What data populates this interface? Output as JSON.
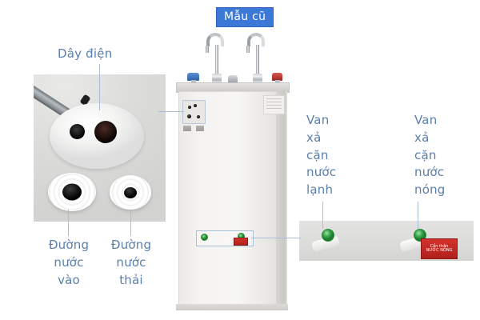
{
  "diagram": {
    "title_chip": "Mẫu cũ",
    "labels": {
      "power_cord": "Dây điện",
      "water_inlet": "Đường\nnước\nvào",
      "waste_water": "Đường\nnước\nthải",
      "cold_drain_valve": "Van\nxả\ncặn\nnước\nlạnh",
      "hot_drain_valve": "Van\nxả\ncặn\nnước\nnóng"
    },
    "warning_tag": {
      "line1": "Cẩn thận",
      "line2": "NƯỚC NÓNG"
    },
    "colors": {
      "label_text": "#5b7fab",
      "chip_background": "#3c78d8",
      "chip_text": "#ffffff",
      "leader_line": "#a8bed6",
      "highlight_border": "#a9c0dc",
      "valve_green": "#3aa84a",
      "warning_red": "#c4272a",
      "knob_blue": "#2f62ab",
      "knob_red": "#b0322e",
      "photo_background": "#d9d9d7",
      "machine_body": "#f4f3f1"
    },
    "icons": {
      "cold_tap": "blue-knob-icon",
      "hot_tap": "red-knob-icon",
      "valve": "green-valve-icon"
    }
  }
}
